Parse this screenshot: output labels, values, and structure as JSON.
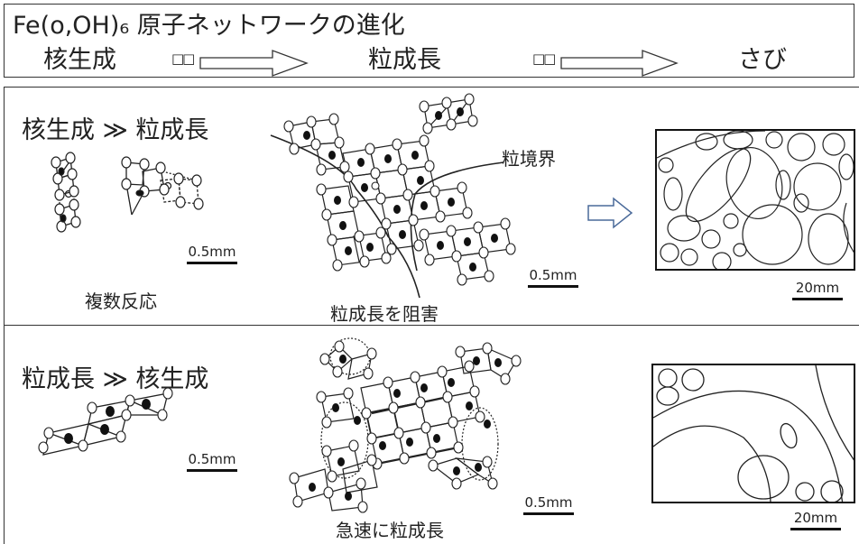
{
  "header": {
    "title": "Fe(o,OH)₆ 原子ネットワークの進化",
    "stage1": "核生成",
    "stage2": "粒成長",
    "stage3": "さび",
    "arrow_marker": "□□"
  },
  "top_panel": {
    "heading": "核生成 ≫ 粒成長",
    "reaction_label": "複数反応",
    "grain_boundary_label": "粒境界",
    "inhibit_label": "粒成長を阻害",
    "scale_small_1": "0.5mm",
    "scale_small_2": "0.5mm",
    "scale_large": "20mm"
  },
  "bottom_panel": {
    "heading": "粒成長 ≫ 核生成",
    "rapid_label": "急速に粒成長",
    "scale_small_1": "0.5mm",
    "scale_small_2": "0.5mm",
    "scale_large": "20mm"
  },
  "icons": {
    "arrow": "right-arrow-icon"
  }
}
